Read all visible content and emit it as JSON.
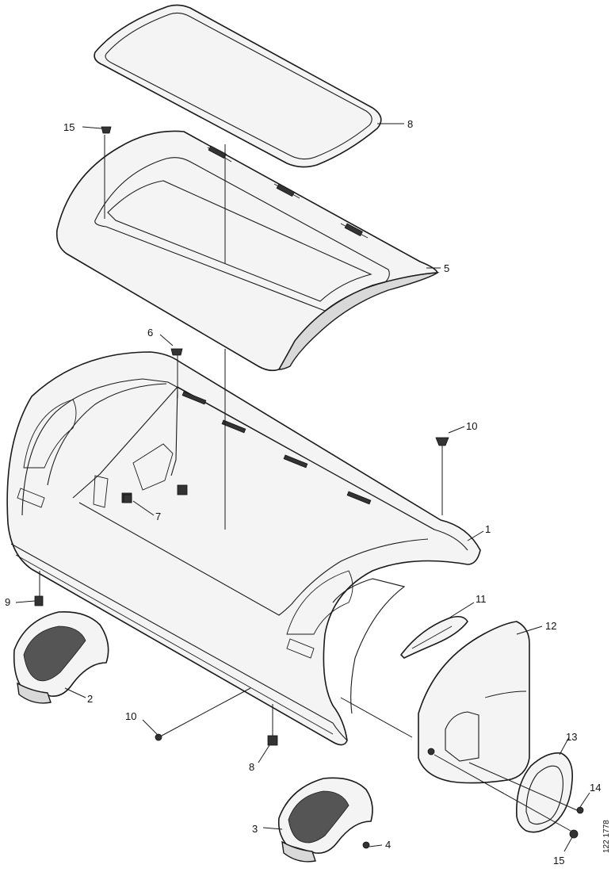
{
  "figure": {
    "document_code": "122 1778",
    "callouts": [
      {
        "id": "label-8-top",
        "text": "8"
      },
      {
        "id": "label-15-top",
        "text": "15"
      },
      {
        "id": "label-5",
        "text": "5"
      },
      {
        "id": "label-6",
        "text": "6"
      },
      {
        "id": "label-10-right",
        "text": "10"
      },
      {
        "id": "label-7",
        "text": "7"
      },
      {
        "id": "label-1",
        "text": "1"
      },
      {
        "id": "label-9",
        "text": "9"
      },
      {
        "id": "label-11",
        "text": "11"
      },
      {
        "id": "label-12",
        "text": "12"
      },
      {
        "id": "label-2",
        "text": "2"
      },
      {
        "id": "label-10-bottom",
        "text": "10"
      },
      {
        "id": "label-8-bottom",
        "text": "8"
      },
      {
        "id": "label-13",
        "text": "13"
      },
      {
        "id": "label-14",
        "text": "14"
      },
      {
        "id": "label-3",
        "text": "3"
      },
      {
        "id": "label-4",
        "text": "4"
      },
      {
        "id": "label-15-bottom",
        "text": "15"
      }
    ]
  }
}
